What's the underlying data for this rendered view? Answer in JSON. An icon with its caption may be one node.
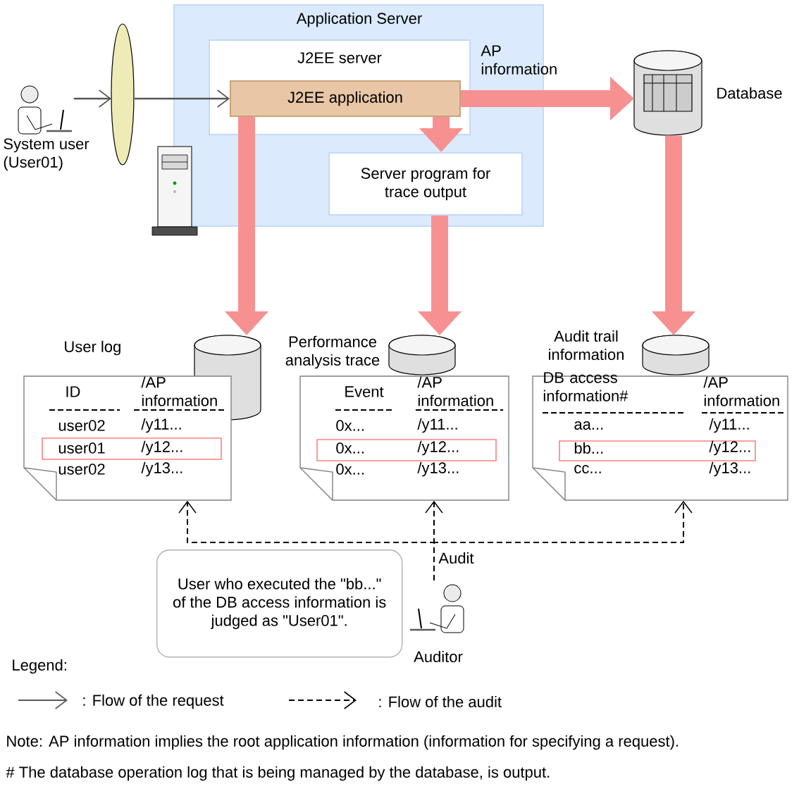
{
  "diagram": {
    "nodes": [
      {
        "text": [],
        "shape": "person",
        "beside": [
          "System user (User01)"
        ]
      },
      {
        "text": [],
        "shape": "ellipse"
      },
      {
        "text": [
          "Application Server"
        ]
      },
      {
        "text": [
          "J2EE server"
        ],
        "in": 2
      },
      {
        "text": [
          "J2EE application"
        ],
        "in": 3
      },
      {
        "text": [
          "Server program for trace output"
        ],
        "in": 2
      },
      {
        "text": [],
        "shape": "cylinder",
        "beside": [
          "Database"
        ]
      },
      {
        "text": [],
        "shape": "cylinder"
      },
      {
        "beside": [
          "User log"
        ],
        "text": [
          "ID",
          "/AP information",
          "user02",
          "/y11...",
          "user01",
          "/y12...",
          "user02",
          "/y13..."
        ]
      },
      {
        "text": [],
        "shape": "cylinder",
        "beside": [
          "Performance analysis trace"
        ]
      },
      {
        "text": [
          "Event",
          "/AP information",
          "0x...",
          "/y11...",
          "0x...",
          "/y12...",
          "0x...",
          "/y13..."
        ]
      },
      {
        "text": [],
        "shape": "cylinder",
        "beside": [
          "Audit trail information"
        ]
      },
      {
        "text": [
          "DB access information#",
          "/AP information",
          "aa...",
          "/y11...",
          "bb...",
          "/y12...",
          "cc...",
          "/y13..."
        ]
      },
      {
        "text": [
          "User who executed the \"bb...\" of the DB access information is judged as \"User01\"."
        ]
      },
      {
        "text": [],
        "shape": "person",
        "beside": [
          "Auditor"
        ]
      }
    ],
    "edges": [
      {
        "from": 0,
        "to": 1,
        "arrow": "to",
        "color": "#555555"
      },
      {
        "from": 1,
        "to": 4,
        "arrow": "to",
        "color": "#555555"
      },
      {
        "from": 4,
        "to": 5,
        "arrow": "to",
        "style": "thick",
        "color": "#f79191"
      },
      {
        "from": 4,
        "to": 6,
        "arrow": "to",
        "style": "thick",
        "color": "#f79191",
        "label": "AP information"
      },
      {
        "from": 4,
        "to": 7,
        "arrow": "to",
        "style": "thick",
        "color": "#f79191"
      },
      {
        "from": 5,
        "to": 9,
        "arrow": "to",
        "style": "thick",
        "color": "#f79191"
      },
      {
        "from": 6,
        "to": 11,
        "arrow": "to",
        "style": "thick",
        "color": "#f79191"
      },
      {
        "from": 14,
        "to": 8,
        "arrow": "to",
        "style": "dashed",
        "color": "#000000"
      },
      {
        "from": 14,
        "to": 10,
        "arrow": "to",
        "style": "dashed",
        "color": "#000000",
        "label": "Audit"
      },
      {
        "from": 14,
        "to": 12,
        "arrow": "to",
        "style": "dashed",
        "color": "#000000"
      }
    ],
    "labels": [
      "Legend:",
      "Note: AP information implies the root application information (information for specifying a request).",
      "# The database operation log that is being managed by the database, is output."
    ],
    "legend": [
      {
        "text": ": Flow of the request"
      },
      {
        "text": ": Flow of the audit"
      }
    ]
  }
}
